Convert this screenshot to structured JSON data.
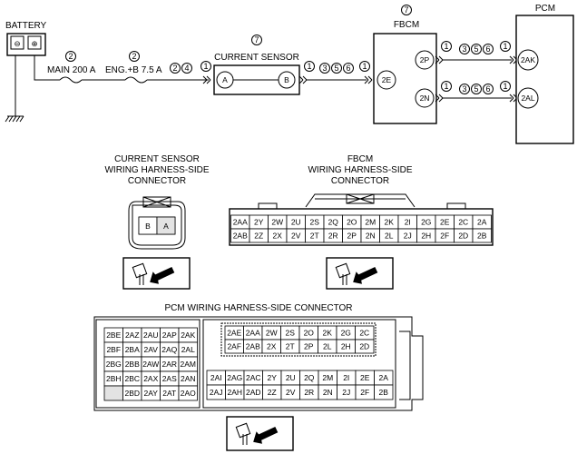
{
  "labels": {
    "battery": "BATTERY",
    "battery_minus": "⊖",
    "battery_plus": "⊕",
    "fbcm": "FBCM",
    "fbcm_ref": "7",
    "pcm": "PCM",
    "current_sensor": "CURRENT SENSOR",
    "current_sensor_ref": "7",
    "main_fuse": "MAIN 200 A",
    "main_fuse_ref": "2",
    "eng_fuse": "ENG.+B 7.5 A",
    "eng_fuse_ref": "2",
    "cs_connector_title_1": "CURRENT SENSOR",
    "cs_connector_title_2": "WIRING HARNESS-SIDE",
    "cs_connector_title_3": "CONNECTOR",
    "fbcm_connector_title_1": "FBCM",
    "fbcm_connector_title_2": "WIRING HARNESS-SIDE",
    "fbcm_connector_title_3": "CONNECTOR",
    "pcm_connector_title": "PCM WIRING HARNESS-SIDE CONNECTOR"
  },
  "circle_refs": {
    "wire_fuse_to_cs": [
      "2",
      "4",
      "1"
    ],
    "wire_cs_to_fbcm": [
      "1",
      "3",
      "5",
      "6",
      "1"
    ],
    "wire_fbcm_2p_pcm": [
      "1",
      "3",
      "5",
      "6",
      "1"
    ],
    "wire_fbcm_2n_pcm": [
      "1",
      "3",
      "5",
      "6",
      "1"
    ]
  },
  "terminals": {
    "cs_a": "A",
    "cs_b": "B",
    "fbcm_2e": "2E",
    "fbcm_2p": "2P",
    "fbcm_2n": "2N",
    "pcm_2ak": "2AK",
    "pcm_2al": "2AL"
  },
  "current_sensor_connector": [
    "B",
    "A"
  ],
  "fbcm_connector": {
    "row1": [
      "2AA",
      "2Y",
      "2W",
      "2U",
      "2S",
      "2Q",
      "2O",
      "2M",
      "2K",
      "2I",
      "2G",
      "2E",
      "2C",
      "2A"
    ],
    "row2": [
      "2AB",
      "2Z",
      "2X",
      "2V",
      "2T",
      "2R",
      "2P",
      "2N",
      "2L",
      "2J",
      "2H",
      "2F",
      "2D",
      "2B"
    ]
  },
  "pcm_connector": {
    "left_block": [
      [
        "2BE",
        "2AZ",
        "2AU",
        "2AP",
        "2AK"
      ],
      [
        "2BF",
        "2BA",
        "2AV",
        "2AQ",
        "2AL"
      ],
      [
        "2BG",
        "2BB",
        "2AW",
        "2AR",
        "2AM"
      ],
      [
        "2BH",
        "2BC",
        "2AX",
        "2AS",
        "2AN"
      ],
      [
        "",
        "2BD",
        "2AY",
        "2AT",
        "2AO"
      ]
    ],
    "top_right_block": [
      [
        "2AE",
        "2AA",
        "2W",
        "2S",
        "2O",
        "2K",
        "2G",
        "2C"
      ],
      [
        "2AF",
        "2AB",
        "2X",
        "2T",
        "2P",
        "2L",
        "2H",
        "2D"
      ]
    ],
    "bottom_right_block": [
      [
        "2AI",
        "2AG",
        "2AC",
        "2Y",
        "2U",
        "2Q",
        "2M",
        "2I",
        "2E",
        "2A"
      ],
      [
        "2AJ",
        "2AH",
        "2AD",
        "2Z",
        "2V",
        "2R",
        "2N",
        "2J",
        "2F",
        "2B"
      ]
    ]
  }
}
